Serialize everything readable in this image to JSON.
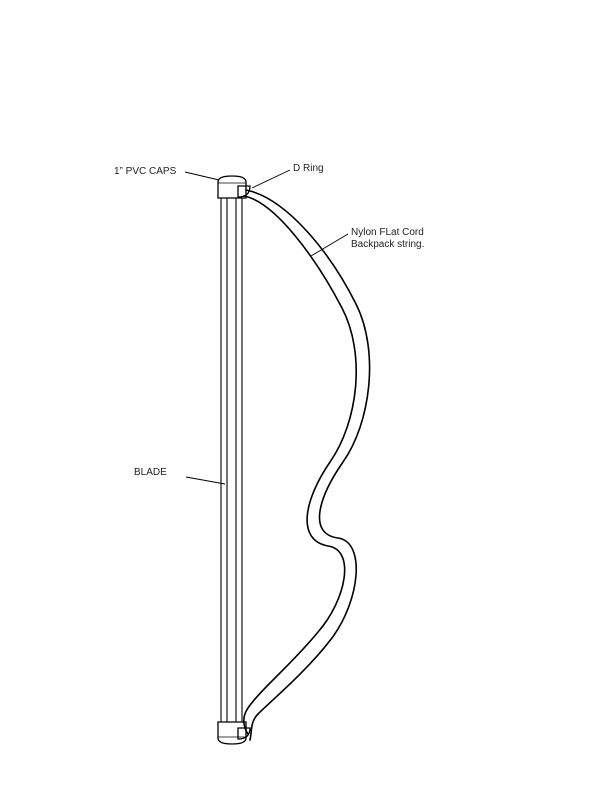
{
  "labels": {
    "pvc_caps": "1” PVC CAPS",
    "d_ring": "D Ring",
    "cord_line1": "Nylon FLat Cord",
    "cord_line2": "Backpack string.",
    "blade": "BLADE"
  },
  "colors": {
    "stroke": "#000000",
    "text": "#222222",
    "background": "#ffffff"
  }
}
